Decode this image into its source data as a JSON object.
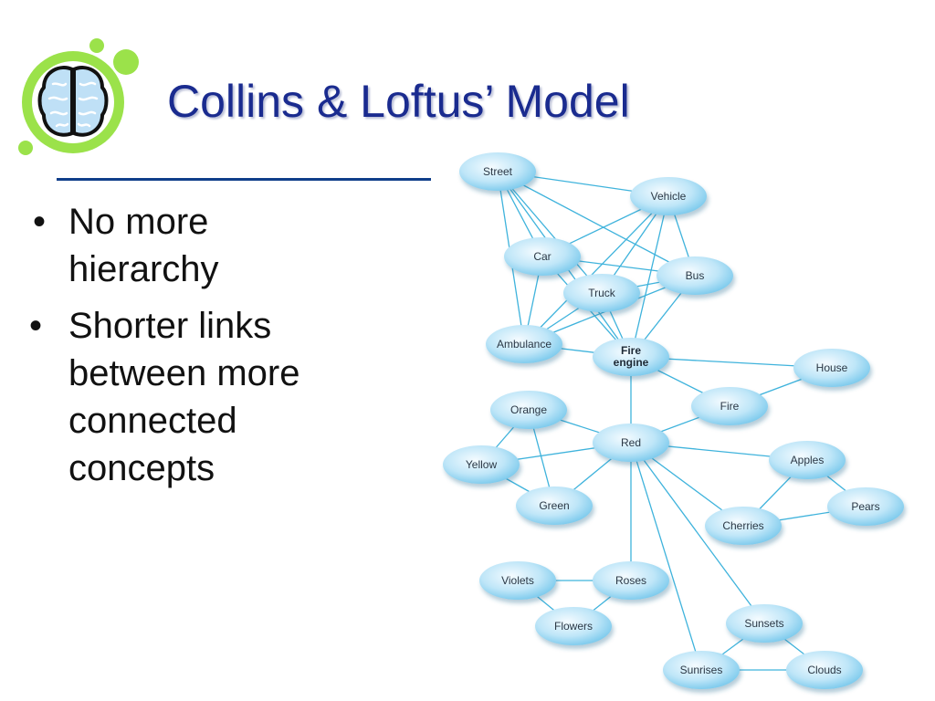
{
  "slide": {
    "title": "Collins & Loftus’ Model",
    "bullets": [
      {
        "marker": "•",
        "text": "No more hierarchy"
      },
      {
        "marker": "•",
        "text": "Shorter links between more connected concepts"
      }
    ]
  },
  "logo": {
    "icon": "brain-icon"
  },
  "network": {
    "nodes": [
      {
        "id": "street",
        "label": "Street"
      },
      {
        "id": "vehicle",
        "label": "Vehicle"
      },
      {
        "id": "car",
        "label": "Car"
      },
      {
        "id": "bus",
        "label": "Bus"
      },
      {
        "id": "truck",
        "label": "Truck"
      },
      {
        "id": "ambulance",
        "label": "Ambulance"
      },
      {
        "id": "fire_engine",
        "label": "Fire engine",
        "lines": [
          "Fire",
          "engine"
        ]
      },
      {
        "id": "house",
        "label": "House"
      },
      {
        "id": "fire",
        "label": "Fire"
      },
      {
        "id": "orange",
        "label": "Orange"
      },
      {
        "id": "red",
        "label": "Red"
      },
      {
        "id": "yellow",
        "label": "Yellow"
      },
      {
        "id": "apples",
        "label": "Apples"
      },
      {
        "id": "green",
        "label": "Green"
      },
      {
        "id": "pears",
        "label": "Pears"
      },
      {
        "id": "cherries",
        "label": "Cherries"
      },
      {
        "id": "violets",
        "label": "Violets"
      },
      {
        "id": "roses",
        "label": "Roses"
      },
      {
        "id": "flowers",
        "label": "Flowers"
      },
      {
        "id": "sunsets",
        "label": "Sunsets"
      },
      {
        "id": "sunrises",
        "label": "Sunrises"
      },
      {
        "id": "clouds",
        "label": "Clouds"
      }
    ],
    "edges": [
      [
        "street",
        "vehicle"
      ],
      [
        "street",
        "car"
      ],
      [
        "street",
        "bus"
      ],
      [
        "street",
        "truck"
      ],
      [
        "street",
        "ambulance"
      ],
      [
        "street",
        "fire_engine"
      ],
      [
        "vehicle",
        "car"
      ],
      [
        "vehicle",
        "bus"
      ],
      [
        "vehicle",
        "truck"
      ],
      [
        "vehicle",
        "ambulance"
      ],
      [
        "vehicle",
        "fire_engine"
      ],
      [
        "car",
        "bus"
      ],
      [
        "car",
        "ambulance"
      ],
      [
        "car",
        "fire_engine"
      ],
      [
        "truck",
        "bus"
      ],
      [
        "truck",
        "ambulance"
      ],
      [
        "truck",
        "fire_engine"
      ],
      [
        "bus",
        "ambulance"
      ],
      [
        "bus",
        "fire_engine"
      ],
      [
        "ambulance",
        "fire_engine"
      ],
      [
        "fire_engine",
        "house"
      ],
      [
        "fire_engine",
        "fire"
      ],
      [
        "fire_engine",
        "red"
      ],
      [
        "house",
        "fire"
      ],
      [
        "fire",
        "red"
      ],
      [
        "orange",
        "red"
      ],
      [
        "orange",
        "yellow"
      ],
      [
        "orange",
        "green"
      ],
      [
        "yellow",
        "red"
      ],
      [
        "yellow",
        "green"
      ],
      [
        "green",
        "red"
      ],
      [
        "red",
        "apples"
      ],
      [
        "red",
        "cherries"
      ],
      [
        "red",
        "roses"
      ],
      [
        "red",
        "sunsets"
      ],
      [
        "red",
        "sunrises"
      ],
      [
        "apples",
        "cherries"
      ],
      [
        "apples",
        "pears"
      ],
      [
        "pears",
        "cherries"
      ],
      [
        "violets",
        "roses"
      ],
      [
        "violets",
        "flowers"
      ],
      [
        "roses",
        "flowers"
      ],
      [
        "sunsets",
        "sunrises"
      ],
      [
        "sunsets",
        "clouds"
      ],
      [
        "sunrises",
        "clouds"
      ]
    ]
  },
  "colors": {
    "title": "#1a2b8f",
    "rule": "#0f3e8a",
    "edge": "#3fb3dc",
    "node_light": "#f4fbff",
    "node_mid": "#bfe6f8",
    "node_dark": "#6ec4ea",
    "logo_green": "#9be24a"
  }
}
